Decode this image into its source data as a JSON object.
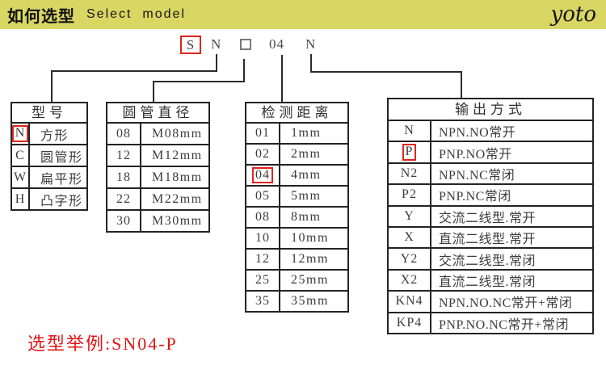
{
  "header": {
    "title_cn": "如何选型",
    "title_en": "Select  model",
    "brand": "yoto"
  },
  "model_code": {
    "segments": [
      {
        "text": "S",
        "highlighted": true
      },
      {
        "text": "N",
        "highlighted": false
      },
      {
        "symbol": "empty-square",
        "meaning": "圆管直径代码位",
        "highlighted": false
      },
      {
        "text": "04",
        "highlighted": false
      },
      {
        "text": "N",
        "highlighted": false
      }
    ]
  },
  "tables": [
    {
      "title": "型号",
      "rows": [
        {
          "code": "N",
          "desc": "方形",
          "highlighted": true
        },
        {
          "code": "C",
          "desc": "圆管形",
          "highlighted": false
        },
        {
          "code": "W",
          "desc": "扁平形",
          "highlighted": false
        },
        {
          "code": "H",
          "desc": "凸字形",
          "highlighted": false
        }
      ]
    },
    {
      "title": "圆管直径",
      "rows": [
        {
          "code": "08",
          "desc": "M08mm",
          "highlighted": false
        },
        {
          "code": "12",
          "desc": "M12mm",
          "highlighted": false
        },
        {
          "code": "18",
          "desc": "M18mm",
          "highlighted": false
        },
        {
          "code": "22",
          "desc": "M22mm",
          "highlighted": false
        },
        {
          "code": "30",
          "desc": "M30mm",
          "highlighted": false
        }
      ]
    },
    {
      "title": "检测距离",
      "rows": [
        {
          "code": "01",
          "desc": "1mm",
          "highlighted": false
        },
        {
          "code": "02",
          "desc": "2mm",
          "highlighted": false
        },
        {
          "code": "04",
          "desc": "4mm",
          "highlighted": true
        },
        {
          "code": "05",
          "desc": "5mm",
          "highlighted": false
        },
        {
          "code": "08",
          "desc": "8mm",
          "highlighted": false
        },
        {
          "code": "10",
          "desc": "10mm",
          "highlighted": false
        },
        {
          "code": "12",
          "desc": "12mm",
          "highlighted": false
        },
        {
          "code": "25",
          "desc": "25mm",
          "highlighted": false
        },
        {
          "code": "35",
          "desc": "35mm",
          "highlighted": false
        }
      ]
    },
    {
      "title": "输出方式",
      "rows": [
        {
          "code": "N",
          "desc": "NPN.NO常开",
          "highlighted": false
        },
        {
          "code": "P",
          "desc": "PNP.NO常开",
          "highlighted": true
        },
        {
          "code": "N2",
          "desc": "NPN.NC常闭",
          "highlighted": false
        },
        {
          "code": "P2",
          "desc": "PNP.NC常闭",
          "highlighted": false
        },
        {
          "code": "Y",
          "desc": "交流二线型.常开",
          "highlighted": false
        },
        {
          "code": "X",
          "desc": "直流二线型.常开",
          "highlighted": false
        },
        {
          "code": "Y2",
          "desc": "交流二线型.常闭",
          "highlighted": false
        },
        {
          "code": "X2",
          "desc": "直流二线型.常闭",
          "highlighted": false
        },
        {
          "code": "KN4",
          "desc": "NPN.NO.NC常开+常闭",
          "highlighted": false
        },
        {
          "code": "KP4",
          "desc": "PNP.NO.NC常开+常闭",
          "highlighted": false
        }
      ]
    }
  ],
  "example": {
    "text": "选型举例:SN04-P"
  },
  "colors": {
    "bar_yellow": "#d9d663",
    "highlight_red": "#e0241e",
    "example_red": "#e21414",
    "line_dark": "#2b2b2b"
  }
}
